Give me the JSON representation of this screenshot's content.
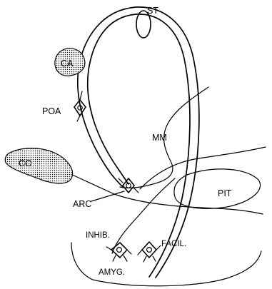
{
  "labels": {
    "st": "ST",
    "ca": "CA",
    "poa": "POA",
    "mm": "MM",
    "co": "CO",
    "arc": "ARC",
    "pit": "PIT",
    "inhib": "INHIB.",
    "facil": "FACIL.",
    "amyg": "AMYG."
  },
  "colors": {
    "ink": "#000000",
    "background": "#ffffff",
    "stipple_fill": "#cfcfcf"
  }
}
